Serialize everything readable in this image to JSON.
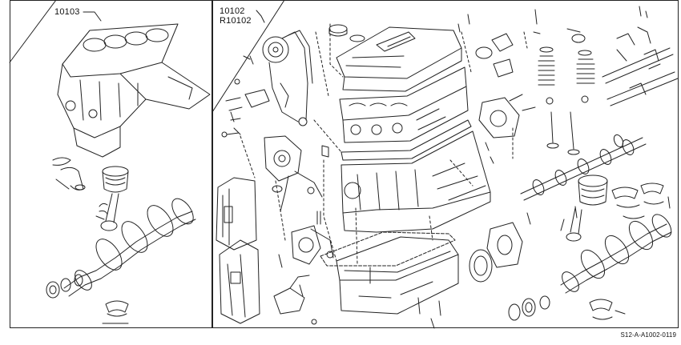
{
  "labels": {
    "short_block": "10103",
    "long_block_primary": "10102",
    "long_block_reman": "R10102"
  },
  "reference_code": "S12-A-A1002-0119",
  "colors": {
    "line": "#222222",
    "background": "#ffffff"
  }
}
